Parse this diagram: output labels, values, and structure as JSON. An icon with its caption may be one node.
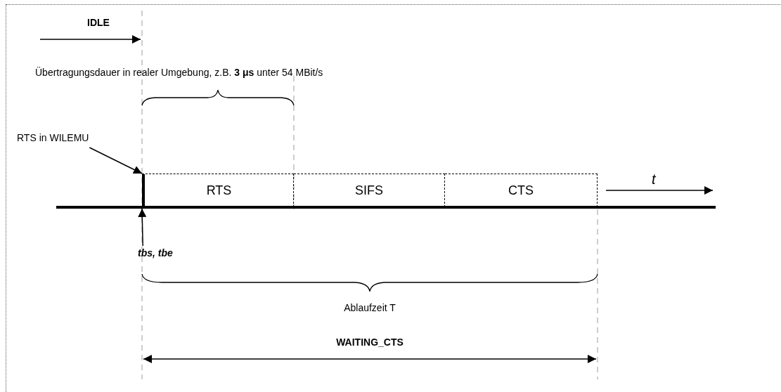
{
  "diagram": {
    "nodes": [
      {
        "text": [
          "RTS"
        ]
      },
      {
        "text": [
          "SIFS"
        ]
      },
      {
        "text": [
          "CTS"
        ]
      },
      {
        "text": [
          "RTS in WILEMU"
        ]
      },
      {
        "text": [
          "tbs, tbe"
        ]
      }
    ],
    "edges": [
      {
        "from": 3,
        "to": 0,
        "arrow": "to"
      },
      {
        "from": 4,
        "to": 0,
        "arrow": "to"
      }
    ],
    "labels": [
      "IDLE",
      "Übertragungsdauer in realer Umgebung, z.B. **3 μs** unter 54 MBit/s",
      "t",
      "Ablaufzeit T",
      "WAITING_CTS"
    ]
  }
}
